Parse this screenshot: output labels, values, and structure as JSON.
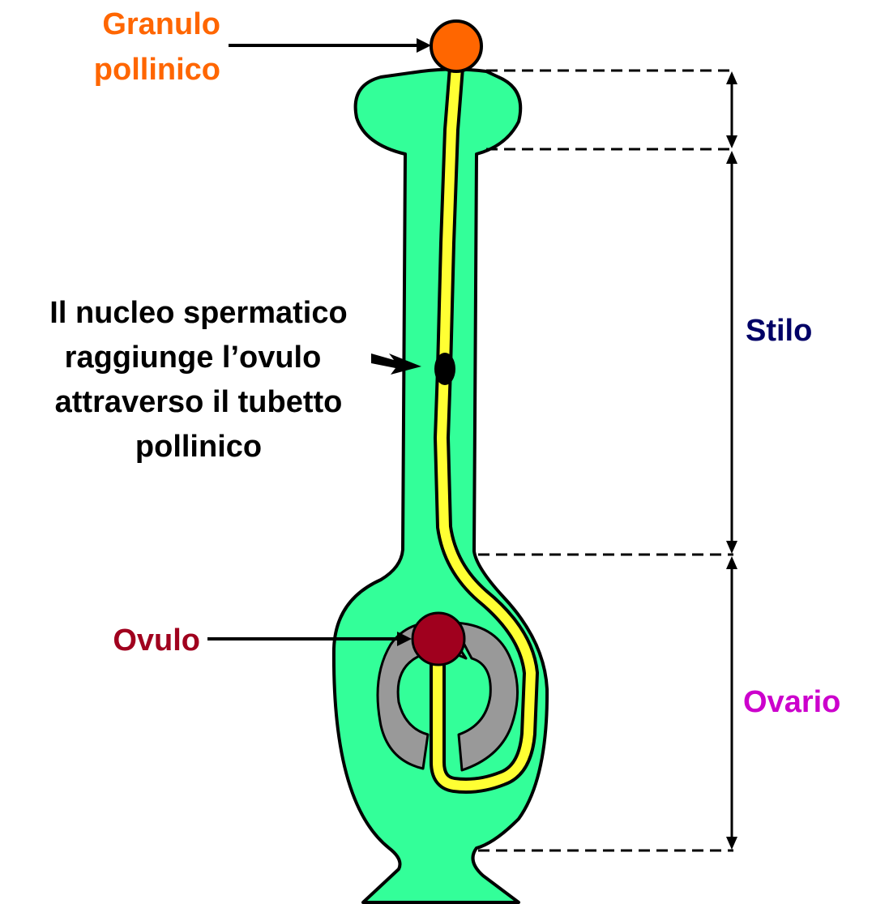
{
  "labels": {
    "granulo_line1": "Granulo",
    "granulo_line2": "pollinico",
    "nucleo_line1": "Il nucleo spermatico",
    "nucleo_line2": "raggiunge l’ovulo",
    "nucleo_line3": "attraverso il tubetto",
    "nucleo_line4": "pollinico",
    "stilo": "Stilo",
    "ovario": "Ovario",
    "ovulo": "Ovulo"
  },
  "colors": {
    "pistil": "#33ff99",
    "pollen_tube": "#ffff33",
    "outline": "#000000",
    "pollen_grain": "#ff6600",
    "ovule": "#a0001e",
    "integument": "#999999",
    "granulo_text": "#ff6600",
    "stilo_text": "#000066",
    "ovario_text": "#cc00cc",
    "ovulo_text": "#a0001e",
    "nucleo_text": "#000000"
  }
}
